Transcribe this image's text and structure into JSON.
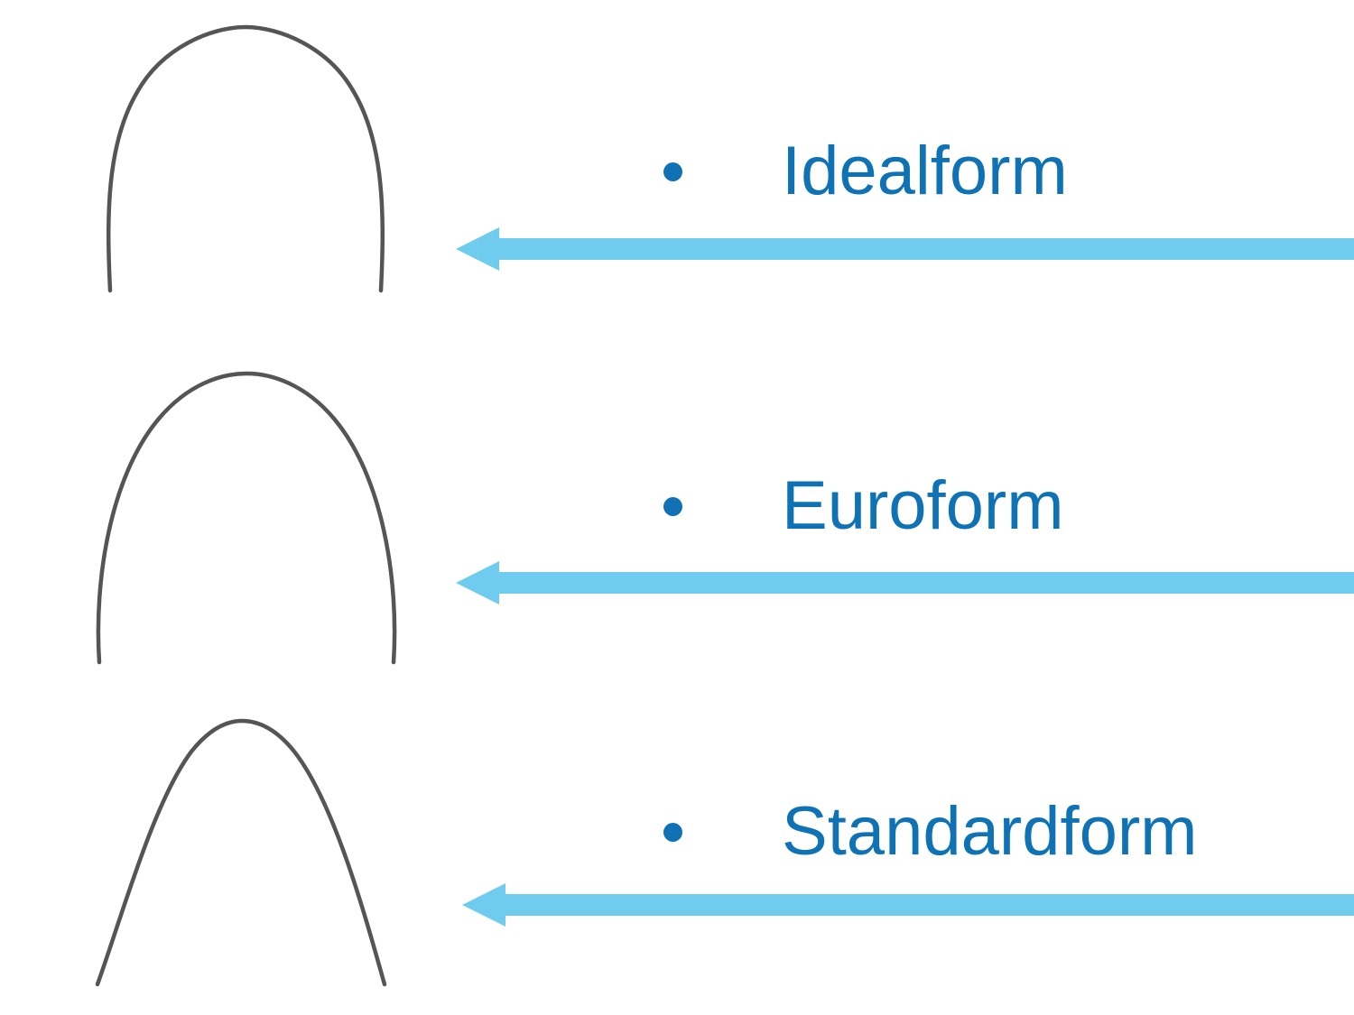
{
  "slide": {
    "background_color": "#ffffff",
    "topic": "orthodontic archwire arch forms"
  },
  "theme": {
    "label_text_color": "#0f72b5",
    "bullet_dot_color": "#1072b4",
    "arrow_color": "#6fccee",
    "wire_stroke_color": "#555555"
  },
  "items": [
    {
      "id": "idealform",
      "label": "Idealform",
      "bullet_glyph": "•",
      "bullet_name": "bullet-dot",
      "wire_name": "archwire-idealform",
      "wire_shape": "square-rounded arch, broad flat apex, near-vertical parallel legs",
      "arrow_name": "arrow-left-idealform",
      "arrow_direction": "left"
    },
    {
      "id": "euroform",
      "label": "Euroform",
      "bullet_glyph": "•",
      "bullet_name": "bullet-dot",
      "wire_name": "archwire-euroform",
      "wire_shape": "ovoid parabolic arch, rounded apex, slightly converging legs",
      "arrow_name": "arrow-left-euroform",
      "arrow_direction": "left"
    },
    {
      "id": "standardform",
      "label": "Standardform",
      "bullet_glyph": "•",
      "bullet_name": "bullet-dot",
      "wire_name": "archwire-standardform",
      "wire_shape": "tapered arch, narrow rounded apex, flared diverging legs",
      "arrow_name": "arrow-left-standardform",
      "arrow_direction": "left"
    }
  ]
}
